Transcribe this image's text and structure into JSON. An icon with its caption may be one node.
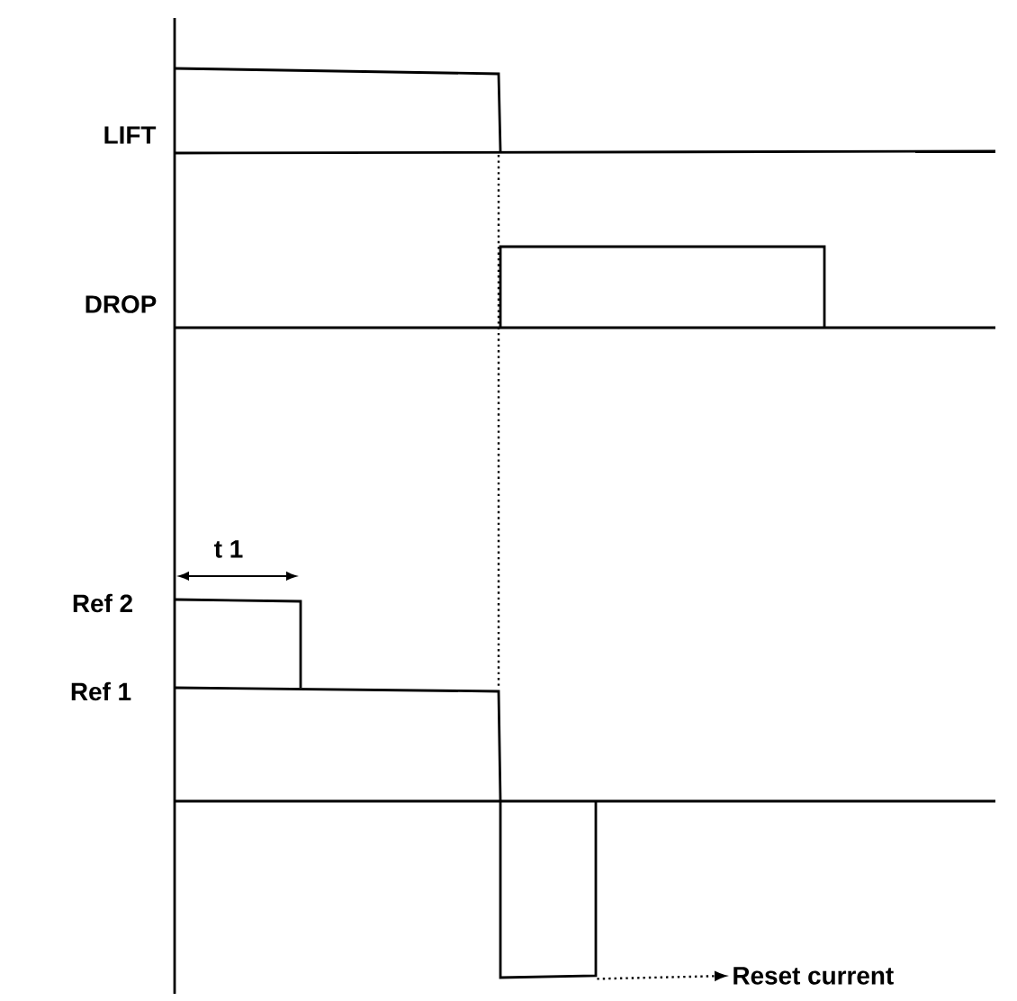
{
  "diagram": {
    "nodes": [
      {
        "text": [],
        "shape": "picture"
      },
      {
        "text": [
          "Reset current"
        ]
      }
    ],
    "edges": [
      {
        "from": 0,
        "to": 1,
        "arrow": "to",
        "style": "dashed"
      }
    ],
    "labels": [
      "LIFT",
      "DROP",
      "t 1",
      "Ref 2",
      "Ref 1"
    ]
  }
}
